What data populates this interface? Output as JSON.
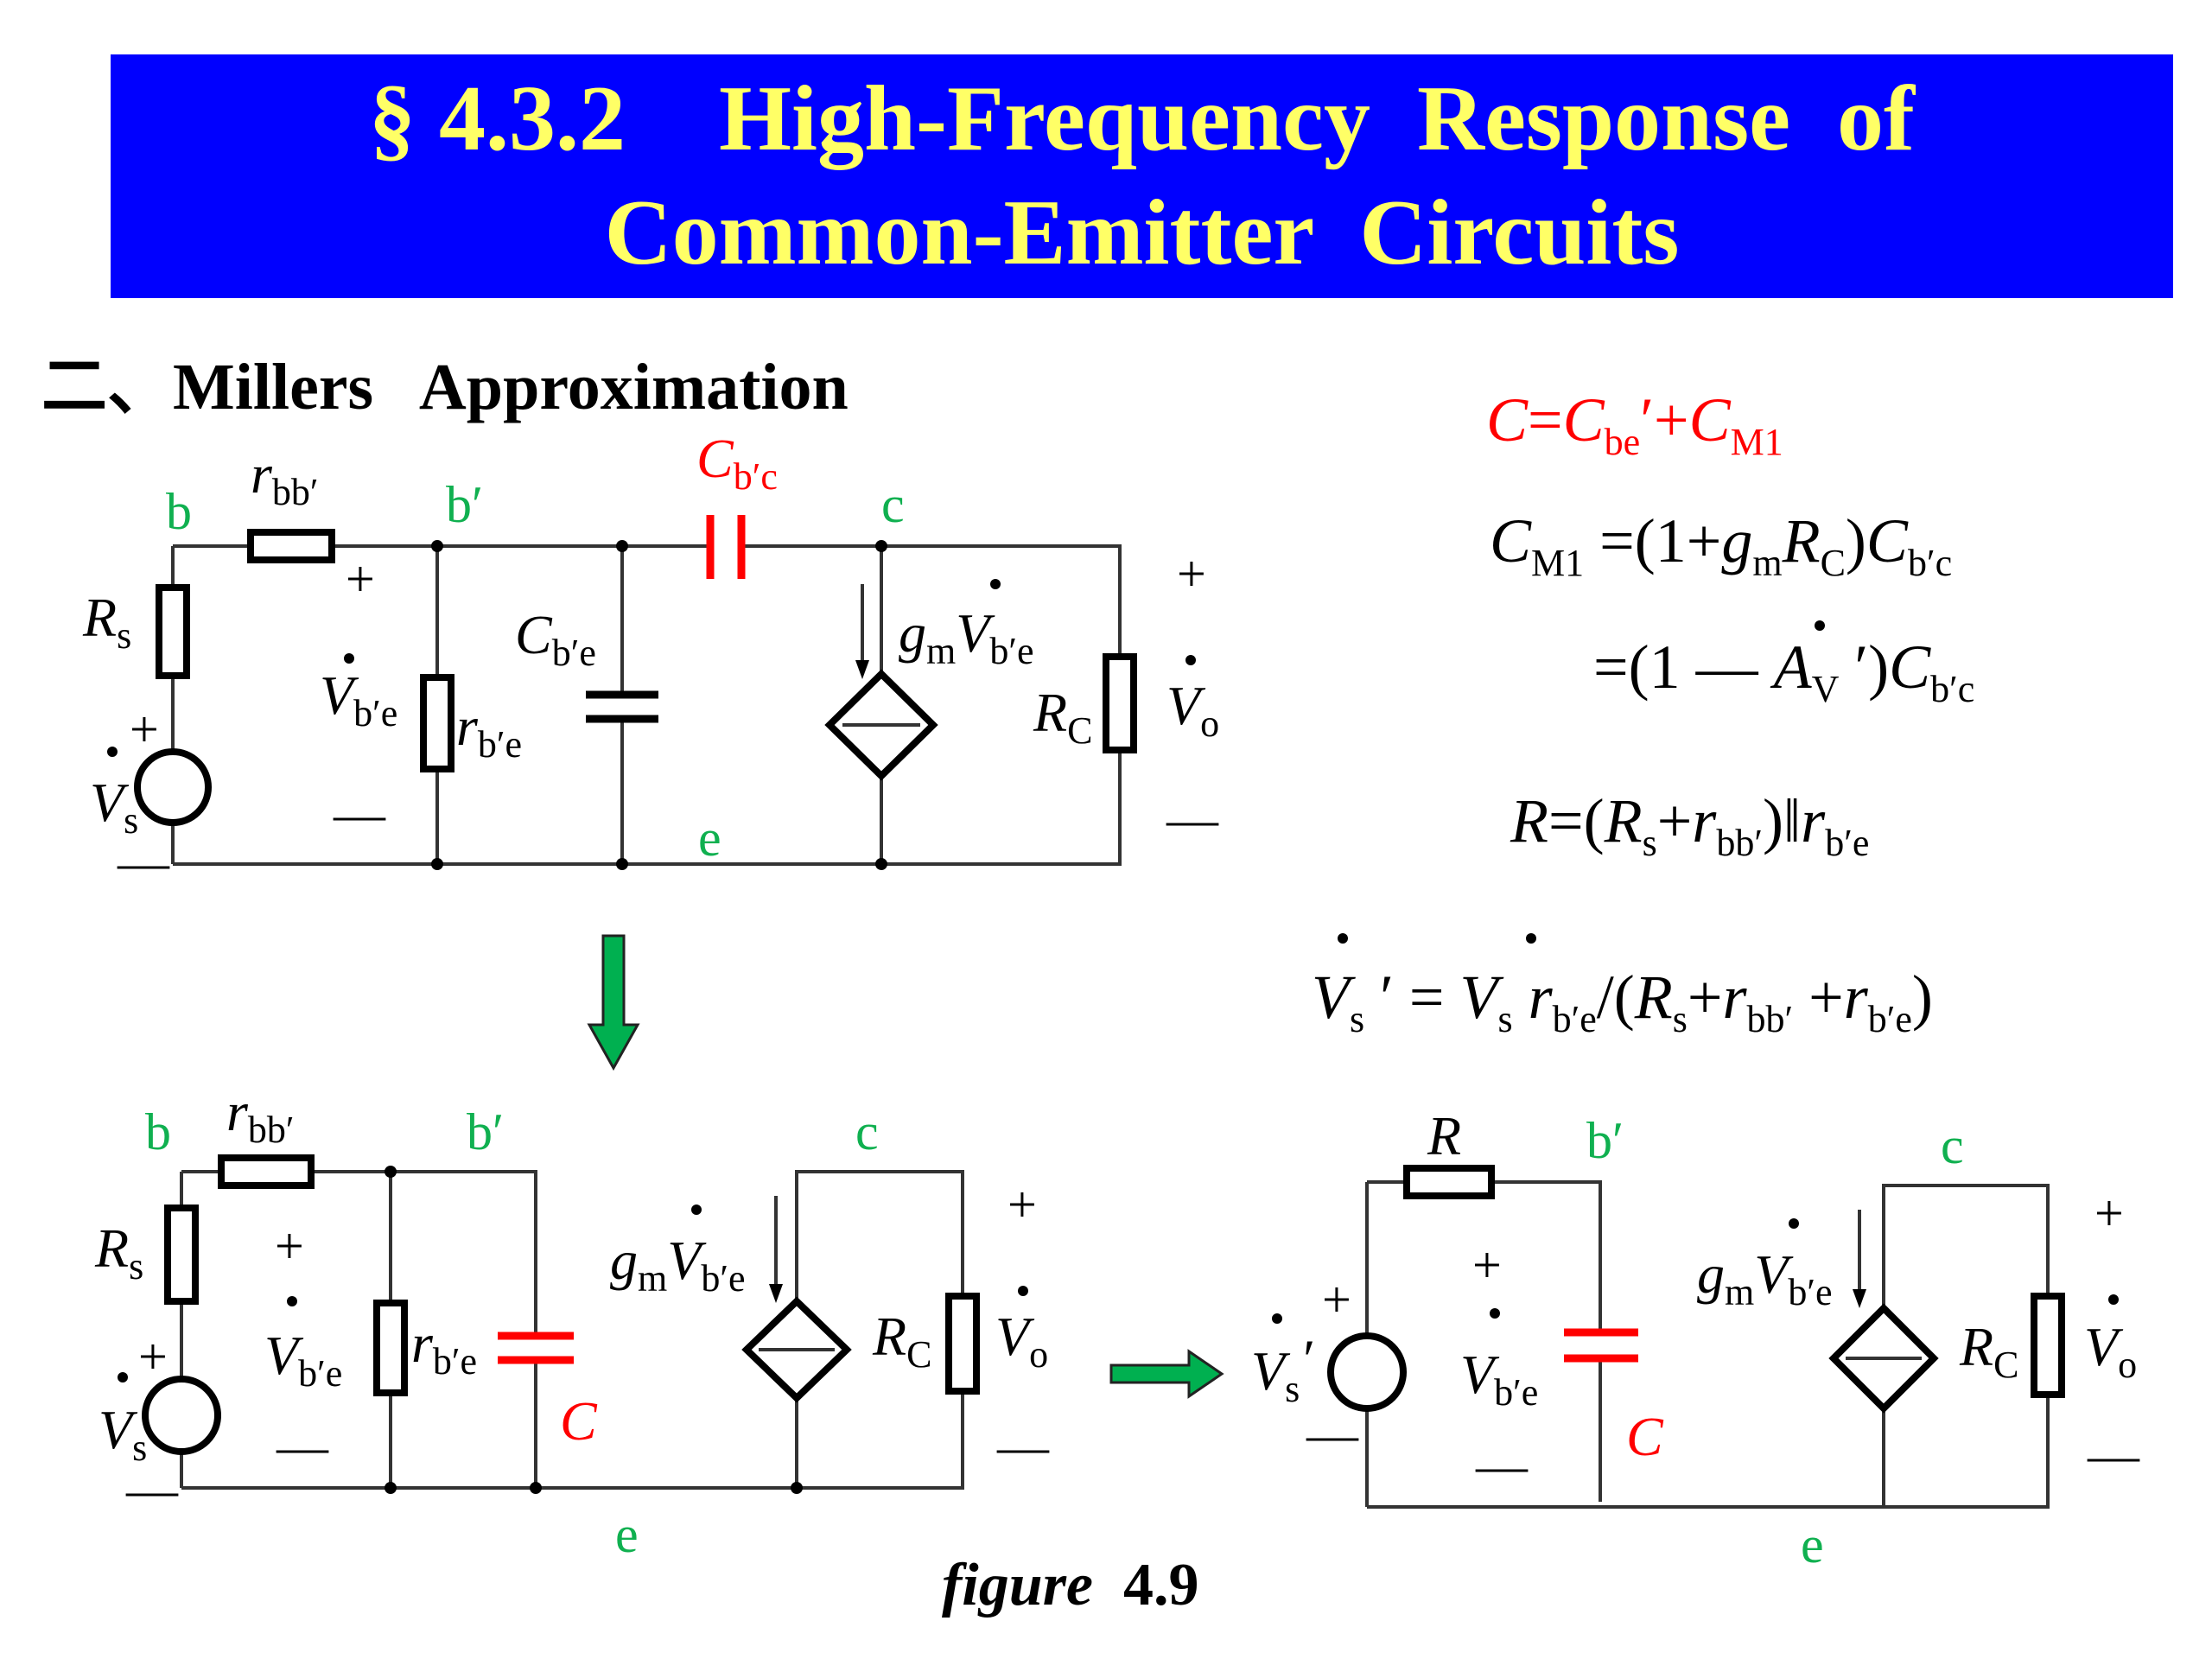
{
  "title": {
    "line1": "§ 4.3.2    High-Frequency  Response  of",
    "line2": "Common-Emitter  Circuits"
  },
  "section_heading": "二、Millers   Approximation",
  "caption": {
    "italic": "figure",
    "number": "4.9"
  },
  "colors": {
    "banner_bg": "#0000ff",
    "banner_text": "#ffff66",
    "node_label": "#10b050",
    "highlight": "#ff0000",
    "arrow": "#00b050"
  },
  "nodes": {
    "b": "b",
    "b_prime": "b′",
    "c": "c",
    "e": "e"
  },
  "components": {
    "Rs": "R",
    "Rs_sub": "s",
    "rbb": "r",
    "rbb_sub": "bb′",
    "rbe": "r",
    "rbe_sub": "b′e",
    "Cbe": "C",
    "Cbe_sub": "b′e",
    "Cbc": "C",
    "Cbc_sub": "b′c",
    "RC": "R",
    "RC_sub": "C",
    "C": "C",
    "R": "R",
    "gm": "g",
    "gm_sub": "m",
    "V": "V",
    "Vbe_sub": "b′e",
    "Vo_sub": "o",
    "Vs_sub": "s",
    "Vs_prime": "′"
  },
  "signs": {
    "plus": "+",
    "minus": "—"
  },
  "equations": {
    "eq1": {
      "lhs": "C",
      "eq": "=",
      "t1": "C",
      "t1_sub": "be",
      "t1_suffix": "′+",
      "t2": "C",
      "t2_sub": "M1"
    },
    "eq2": {
      "lhs": "C",
      "lhs_sub": "M1",
      "body": " =(1+",
      "g": "g",
      "g_sub": "m",
      "R": "R",
      "R_sub": "C",
      "close": ")",
      "C": "C",
      "C_sub": "b′c"
    },
    "eq3": {
      "body": "=(1 — ",
      "A": "A",
      "A_sub": "V",
      "close": " ′)",
      "C": "C",
      "C_sub": "b′c"
    },
    "eq4": {
      "lhs": "R",
      "open": "=(",
      "Rs": "R",
      "Rs_sub": "s",
      "plus": "+",
      "r1": "r",
      "r1_sub": "bb′",
      "par": ")‖",
      "r2": "r",
      "r2_sub": "b′e"
    },
    "eq5": {
      "V1": "V",
      "V1_sub": "s",
      "eq": " ′ = ",
      "V2": "V",
      "V2_sub": "s",
      "r1": " r",
      "r1_sub": "b′e",
      "div": "/(",
      "Rs": "R",
      "Rs_sub": "s",
      "p1": "+",
      "r2": "r",
      "r2_sub": "bb′",
      "p2": " +",
      "r3": "r",
      "r3_sub": "b′e",
      "close": ")"
    }
  }
}
